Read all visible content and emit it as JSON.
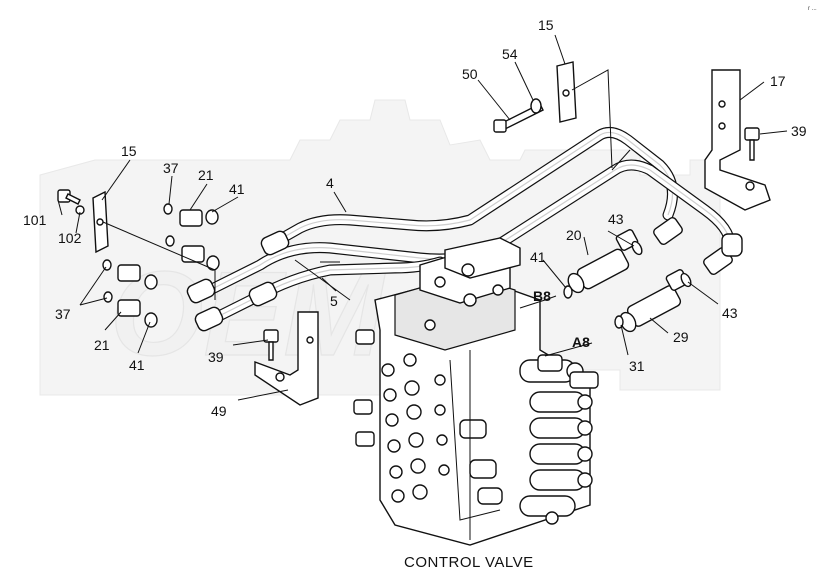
{
  "caption": "CONTROL VALVE",
  "corner_mark": "r ...",
  "callouts": [
    {
      "id": "c15a",
      "text": "15"
    },
    {
      "id": "c54",
      "text": "54"
    },
    {
      "id": "c50",
      "text": "50"
    },
    {
      "id": "c17",
      "text": "17"
    },
    {
      "id": "c39a",
      "text": "39"
    },
    {
      "id": "c15b",
      "text": "15"
    },
    {
      "id": "c37a",
      "text": "37"
    },
    {
      "id": "c21a",
      "text": "21"
    },
    {
      "id": "c41a",
      "text": "41"
    },
    {
      "id": "c4",
      "text": "4"
    },
    {
      "id": "c101",
      "text": "101"
    },
    {
      "id": "c102",
      "text": "102"
    },
    {
      "id": "c37b",
      "text": "37"
    },
    {
      "id": "c21b",
      "text": "21"
    },
    {
      "id": "c41b",
      "text": "41"
    },
    {
      "id": "c5",
      "text": "5"
    },
    {
      "id": "c39b",
      "text": "39"
    },
    {
      "id": "c49",
      "text": "49"
    },
    {
      "id": "c43a",
      "text": "43"
    },
    {
      "id": "c20",
      "text": "20"
    },
    {
      "id": "c41c",
      "text": "41"
    },
    {
      "id": "cB8",
      "text": "B8"
    },
    {
      "id": "c43b",
      "text": "43"
    },
    {
      "id": "c29",
      "text": "29"
    },
    {
      "id": "cA8",
      "text": "A8"
    },
    {
      "id": "c31",
      "text": "31"
    }
  ],
  "colors": {
    "line": "#111111",
    "watermark": "#ececec",
    "background": "#ffffff"
  }
}
